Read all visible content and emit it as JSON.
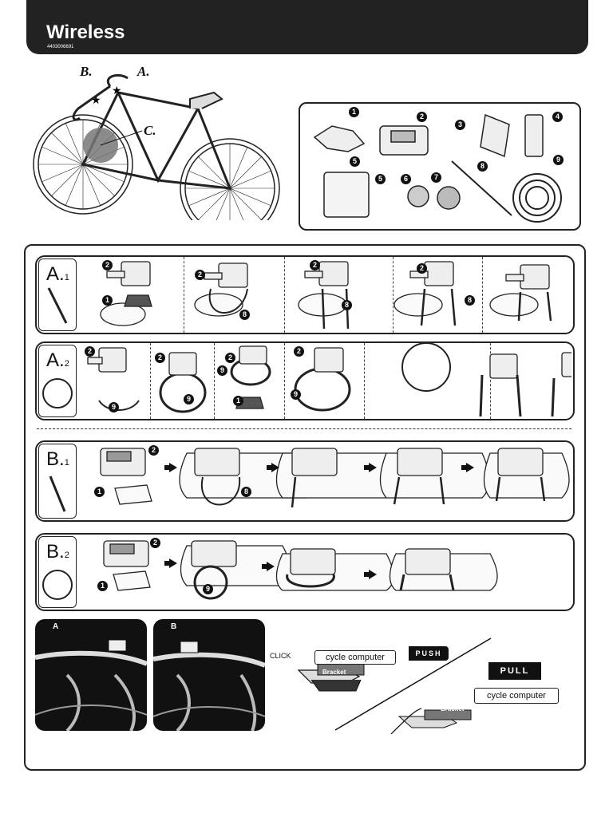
{
  "header": {
    "title": "Wireless",
    "code": "4403006691"
  },
  "bike": {
    "label_a": "A.",
    "label_b": "B.",
    "label_c": "C."
  },
  "parts": {
    "numbers": [
      "1",
      "2",
      "3",
      "4",
      "5",
      "5",
      "6",
      "7",
      "8",
      "9"
    ]
  },
  "rows": [
    {
      "letter": "A.",
      "sub": "1",
      "id": "a1"
    },
    {
      "letter": "A.",
      "sub": "2",
      "id": "a2"
    },
    {
      "letter": "B.",
      "sub": "1",
      "id": "b1"
    },
    {
      "letter": "B.",
      "sub": "2",
      "id": "b2"
    }
  ],
  "step_numbers": {
    "a1": [
      "2",
      "1",
      "2",
      "8",
      "2",
      "8",
      "2",
      "8"
    ],
    "a2": [
      "2",
      "9",
      "2",
      "9",
      "2",
      "9",
      "1",
      "2",
      "9"
    ],
    "b1": [
      "2",
      "1",
      "8"
    ],
    "b2": [
      "2",
      "1",
      "9"
    ]
  },
  "photos": {
    "a_tag": "A",
    "b_tag": "B"
  },
  "mounting": {
    "click": "CLICK",
    "cycle_computer_1": "cycle computer",
    "cycle_computer_2": "cycle computer",
    "bracket_1": "Bracket",
    "bracket_2": "Bracket",
    "push": "PUSH",
    "pull": "PULL"
  }
}
